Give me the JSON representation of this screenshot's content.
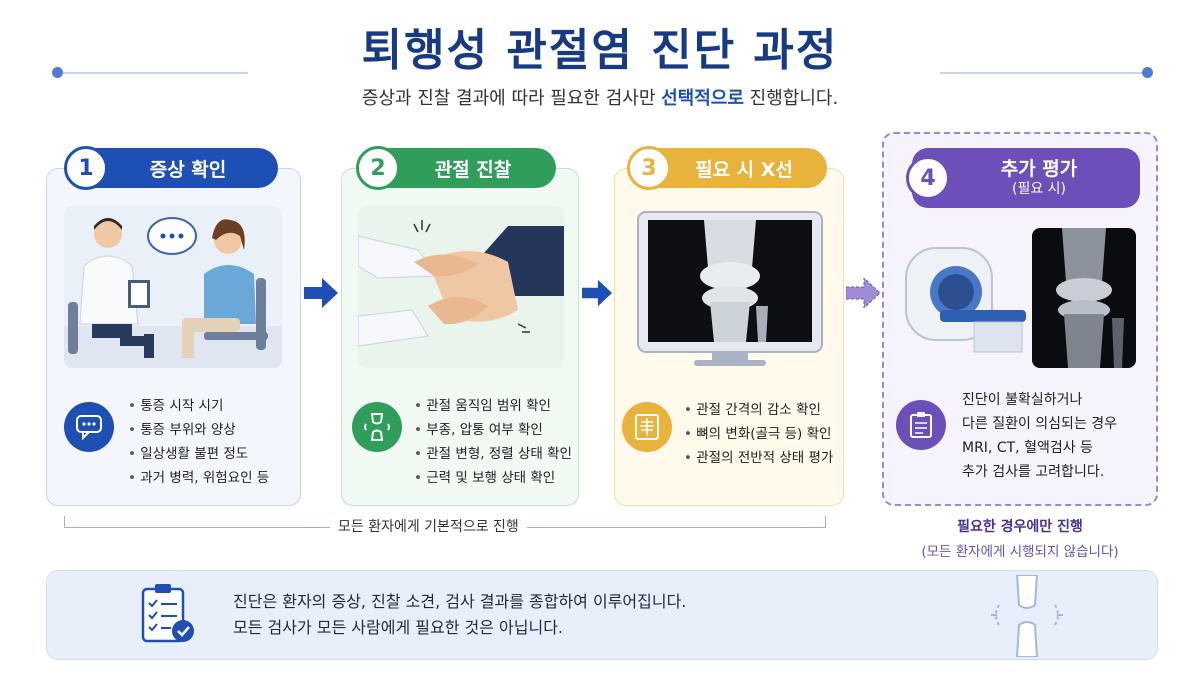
{
  "title": "퇴행성 관절염 진단 과정",
  "subtitle": {
    "before": "증상과 진찰 결과에 따라 필요한 검사만 ",
    "highlight": "선택적으로",
    "after": " 진행합니다."
  },
  "steps": [
    {
      "number": "1",
      "label": "증상 확인",
      "color": "#1d4fb5",
      "icon": "speech-bubble-icon",
      "bullets": [
        "통증 시작 시기",
        "통증 부위와 양상",
        "일상생활 불편 정도",
        "과거 병력, 위험요인 등"
      ]
    },
    {
      "number": "2",
      "label": "관절 진찰",
      "color": "#2f9e5b",
      "icon": "knee-joint-icon",
      "bullets": [
        "관절 움직임 범위 확인",
        "부종, 압통 여부 확인",
        "관절 변형, 정렬 상태 확인",
        "근력 및 보행 상태 확인"
      ]
    },
    {
      "number": "3",
      "label": "필요 시 X선",
      "color": "#e9b23a",
      "icon": "xray-film-icon",
      "bullets": [
        "관절 간격의 감소 확인",
        "뼈의 변화(골극 등) 확인",
        "관절의 전반적 상태 평가"
      ]
    },
    {
      "number": "4",
      "label": "추가 평가",
      "sublabel": "(필요 시)",
      "color": "#6c4fb8",
      "icon": "clipboard-icon",
      "description": [
        "진단이 불확실하거나",
        "다른 질환이 의심되는 경우",
        "MRI, CT, 혈액검사 등",
        "추가 검사를 고려합니다."
      ]
    }
  ],
  "bracket_label": "모든 환자에게 기본적으로 진행",
  "optional_label": "필요한 경우에만 진행",
  "optional_note": "(모든 환자에게 시행되지 않습니다)",
  "footer": {
    "line1": "진단은 환자의 증상, 진찰 소견, 검사 결과를 종합하여 이루어집니다.",
    "line2": "모든 검사가 모든 사람에게 필요한 것은 아닙니다."
  }
}
